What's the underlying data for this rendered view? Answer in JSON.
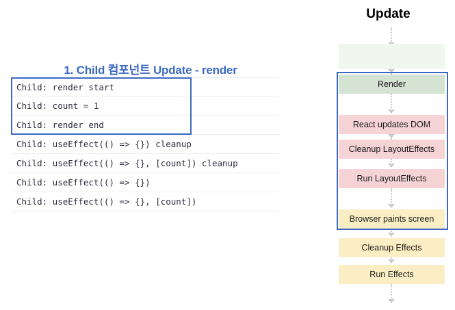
{
  "left": {
    "section_title": "1. Child 컴포넌트 Update - render",
    "highlight_color": "#3b69c4",
    "console_rows": [
      "Child: render start",
      "Child: count = 1",
      "Child: render end",
      "Child: useEffect(() => {}) cleanup",
      "Child: useEffect(() => {}, [count]) cleanup",
      "Child: useEffect(() => {})",
      "Child: useEffect(() => {}, [count])"
    ]
  },
  "flow": {
    "title": "Update",
    "outline_color": "#3b69c4",
    "boxes": [
      {
        "label": "",
        "color": "#f1f6ef",
        "kind": "green-faded"
      },
      {
        "label": "Render",
        "color": "#d4e3d2",
        "kind": "green"
      },
      {
        "label": "React updates DOM",
        "color": "#f6d3d4",
        "kind": "pink"
      },
      {
        "label": "Cleanup LayoutEffects",
        "color": "#f6d3d4",
        "kind": "pink"
      },
      {
        "label": "Run LayoutEffects",
        "color": "#f6d3d4",
        "kind": "pink"
      },
      {
        "label": "Browser paints screen",
        "color": "#fceec4",
        "kind": "yellow"
      },
      {
        "label": "Cleanup Effects",
        "color": "#fceec4",
        "kind": "yellow"
      },
      {
        "label": "Run Effects",
        "color": "#fceec4",
        "kind": "yellow"
      }
    ]
  }
}
